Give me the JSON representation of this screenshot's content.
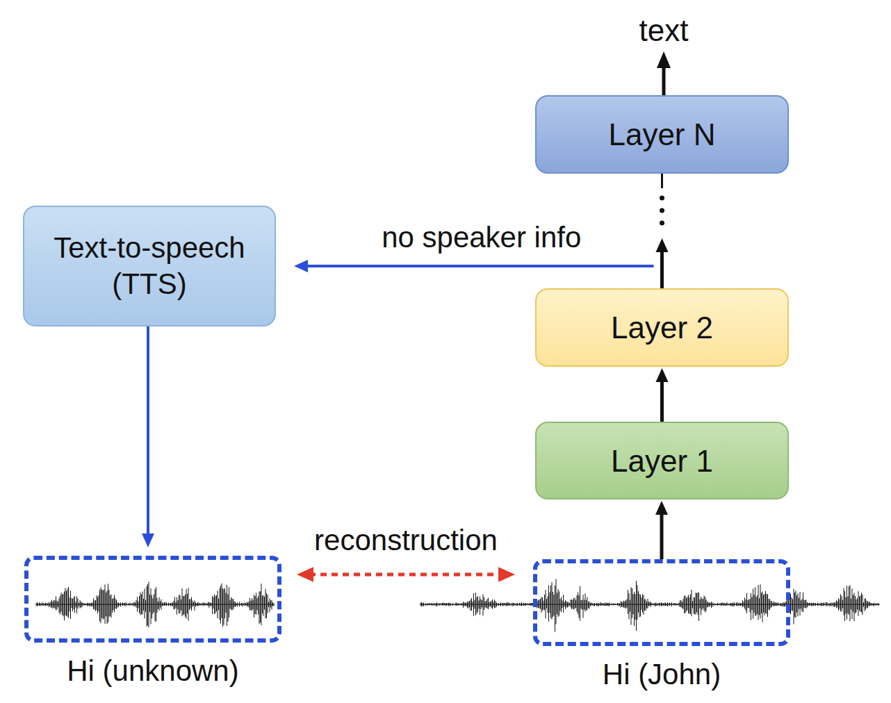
{
  "diagram": {
    "nodes": [
      {
        "text": [
          "Layer N"
        ]
      },
      {
        "text": [
          "Text-to-speech (TTS)"
        ]
      },
      {
        "text": [
          "Layer 2"
        ]
      },
      {
        "text": [
          "Layer 1"
        ]
      },
      {
        "text": [
          "Hi (unknown)"
        ]
      },
      {
        "text": [
          "Hi (John)"
        ]
      }
    ],
    "edges": [
      {
        "from": 5,
        "to": 3,
        "arrow": "to"
      },
      {
        "from": 3,
        "to": 2,
        "arrow": "to"
      },
      {
        "from": 2,
        "to": 0,
        "arrow": "to"
      },
      {
        "from": 2,
        "to": 1,
        "label": "no speaker info",
        "arrow": "to"
      },
      {
        "from": 1,
        "to": 4,
        "arrow": "to"
      },
      {
        "from": 4,
        "to": 5,
        "label": "reconstruction",
        "arrow": "both"
      }
    ],
    "labels": [
      "text"
    ]
  }
}
